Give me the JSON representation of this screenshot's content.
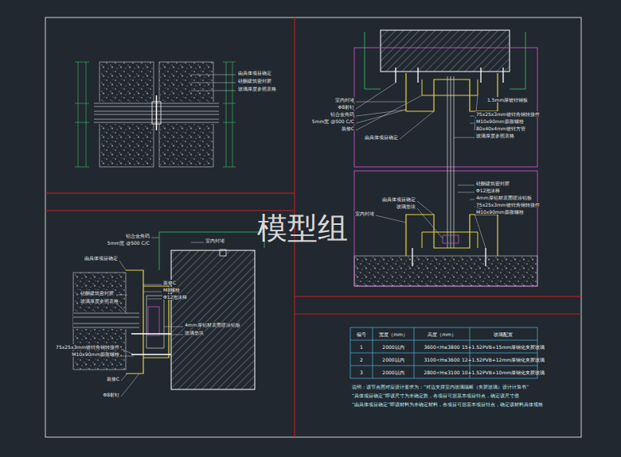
{
  "diagram": {
    "labels": [
      "由具体项目确定",
      "硅酮建筑密封胶",
      "玻璃厚度参照表格",
      "铝合金角码",
      "5mm宽 @500 C/C",
      "由具体项目确定",
      "硅酮建筑密封胶",
      "玻璃厚度参照表格",
      "室内封堵",
      "装修C",
      "M8螺栓",
      "Φ12泡沫棒",
      "4mm厚铝材表面喷涂铝板",
      "玻璃垫块",
      "75x25x3mm镀锌角钢转接件",
      "M10x90mm膨胀螺栓",
      "装修C",
      "Φ8射钉",
      "室内封堵",
      "Φ8射钉",
      "铝合金角码",
      "5mm宽 @500 C/C",
      "装修C",
      "由具体项目确定",
      "1.5mm厚镀锌钢板",
      "75x25x3mm镀锌角钢转接件",
      "M10x90mm膨胀螺栓",
      "80x40x4mm镀锌方管",
      "玻璃厚度参照表格",
      "硅酮建筑密封胶",
      "Φ12泡沫棒",
      "4mm厚铝材表面喷涂铝板",
      "75x25x3mm镀锌角钢转接件",
      "M10x90mm膨胀螺栓",
      "由具体项目确定",
      "玻璃垫块",
      "室内封堵",
      "编号",
      "宽度（mm）",
      "高度（mm）",
      "玻璃配置",
      "1",
      "2000以内",
      "3600<H≤3800",
      "15+1.52PVB+15mm厚钢化夹胶玻璃",
      "2",
      "2000以内",
      "3100<H≤3600",
      "12+1.52PVB+12mm厚钢化夹胶玻璃",
      "3",
      "2000以内",
      "2800<H≤3100",
      "10+1.52PVB+10mm厚钢化夹胶玻璃",
      "说明：该节点图对应设计要求为：“对边支撑室内玻璃隔断（夹胶玻璃）设计计算书”",
      "“具体项目确定”即该尺寸为未确定数，各项目可据基本项目特点，确定该尺寸值",
      "“由具体项目确定”即该材料为未确定材料，各项目可据基本项目特点，确定该材料具体规格",
      "模型组"
    ]
  }
}
